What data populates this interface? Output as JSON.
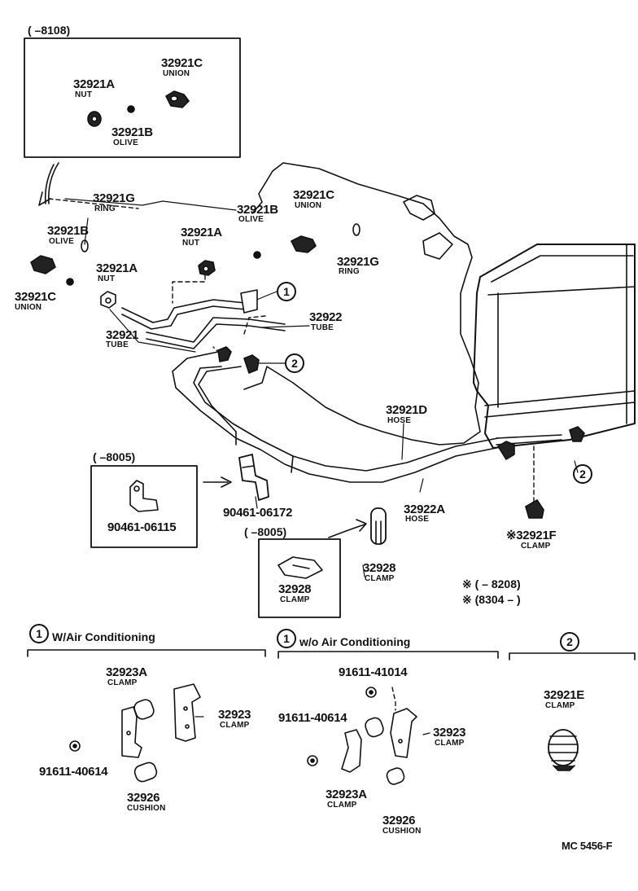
{
  "inset_top": {
    "date_range": "(      –8108)"
  },
  "inset_clamp_a": {
    "date_range": "(      –8005)",
    "part": "90461-06115"
  },
  "inset_clamp_b": {
    "date_range": "(      –8005)",
    "part": "32928",
    "label": "CLAMP"
  },
  "parts": {
    "p32921C_top": {
      "num": "32921C",
      "name": "UNION"
    },
    "p32921A_top": {
      "num": "32921A",
      "name": "NUT"
    },
    "p32921B_top": {
      "num": "32921B",
      "name": "OLIVE"
    },
    "p32921G_main": {
      "num": "32921G",
      "name": "RING"
    },
    "p32921B_main_c": {
      "num": "32921B",
      "name": "OLIVE"
    },
    "p32921C_main_c": {
      "num": "32921C",
      "name": "UNION"
    },
    "p32921B_left": {
      "num": "32921B",
      "name": "OLIVE"
    },
    "p32921A_mid": {
      "num": "32921A",
      "name": "NUT"
    },
    "p32921G_right": {
      "num": "32921G",
      "name": "RING"
    },
    "p32921C_left": {
      "num": "32921C",
      "name": "UNION"
    },
    "p32921A_left": {
      "num": "32921A",
      "name": "NUT"
    },
    "p32922": {
      "num": "32922",
      "name": "TUBE"
    },
    "p32921": {
      "num": "32921",
      "name": "TUBE"
    },
    "p32921D": {
      "num": "32921D",
      "name": "HOSE"
    },
    "p90461_06172": {
      "num": "90461-06172"
    },
    "p32922A": {
      "num": "32922A",
      "name": "HOSE"
    },
    "p32921F": {
      "num": "※32921F",
      "name": "CLAMP"
    },
    "p32928": {
      "num": "32928",
      "name": "CLAMP"
    }
  },
  "callouts": {
    "one": "1",
    "two": "2"
  },
  "notes": {
    "line1": "※ (        – 8208)",
    "line2": "※ (8304 –          )"
  },
  "sections": {
    "with_ac": {
      "circle": "1",
      "title": "W/Air  Conditioning",
      "p32923A": {
        "num": "32923A",
        "name": "CLAMP"
      },
      "p32923": {
        "num": "32923",
        "name": "CLAMP"
      },
      "bolt": "91611-40614",
      "p32926": {
        "num": "32926",
        "name": "CUSHION"
      }
    },
    "without_ac": {
      "circle": "1",
      "title": "w/o Air Conditioning",
      "bolt_top": "91611-41014",
      "bolt_left": "91611-40614",
      "p32923": {
        "num": "32923",
        "name": "CLAMP"
      },
      "p32923A": {
        "num": "32923A",
        "name": "CLAMP"
      },
      "p32926": {
        "num": "32926",
        "name": "CUSHION"
      }
    },
    "two": {
      "circle": "2",
      "p32921E": {
        "num": "32921E",
        "name": "CLAMP"
      }
    }
  },
  "footer": {
    "code": "MC  5456-F"
  }
}
